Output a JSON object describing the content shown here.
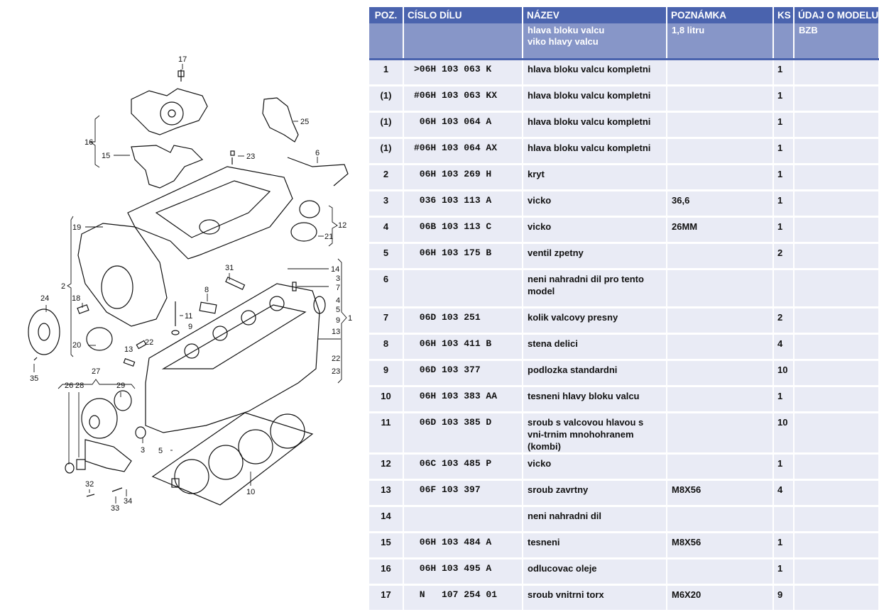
{
  "diagram": {
    "description": "exploded view of cylinder head assembly",
    "callouts": [
      "17",
      "16",
      "15",
      "25",
      "23",
      "6",
      "12",
      "21",
      "19",
      "14",
      "3",
      "7",
      "4",
      "5",
      "9",
      "1",
      "13",
      "22",
      "23",
      "2",
      "18",
      "24",
      "31",
      "8",
      "11",
      "9",
      "20",
      "35",
      "13",
      "22",
      "27",
      "26",
      "28",
      "29",
      "3",
      "5",
      "10",
      "32",
      "33",
      "34"
    ]
  },
  "table": {
    "headers": [
      "POZ.",
      "CÍSLO DÍLU",
      "NÁZEV",
      "POZNÁMKA",
      "KS",
      "ÚDAJ O MODELU"
    ],
    "subheader": {
      "pos": "",
      "part_number": "",
      "name_line1": "hlava bloku valcu",
      "name_line2": "viko hlavy valcu",
      "note": "1,8 litru",
      "qty": "",
      "model": "BZB"
    },
    "rows": [
      {
        "pos": "1",
        "part_number": ">06H 103 063 K",
        "name": "hlava bloku valcu kompletni",
        "note": "",
        "qty": "1",
        "model": ""
      },
      {
        "pos": "(1)",
        "part_number": "#06H 103 063 KX",
        "name": "hlava bloku valcu kompletni",
        "note": "",
        "qty": "1",
        "model": ""
      },
      {
        "pos": "(1)",
        "part_number": " 06H 103 064 A",
        "name": "hlava bloku valcu kompletni",
        "note": "",
        "qty": "1",
        "model": ""
      },
      {
        "pos": "(1)",
        "part_number": "#06H 103 064 AX",
        "name": "hlava bloku valcu kompletni",
        "note": "",
        "qty": "1",
        "model": ""
      },
      {
        "pos": "2",
        "part_number": " 06H 103 269 H",
        "name": "kryt",
        "note": "",
        "qty": "1",
        "model": ""
      },
      {
        "pos": "3",
        "part_number": " 036 103 113 A",
        "name": "vicko",
        "note": "36,6",
        "qty": "1",
        "model": ""
      },
      {
        "pos": "4",
        "part_number": " 06B 103 113 C",
        "name": "vicko",
        "note": "26MM",
        "qty": "1",
        "model": ""
      },
      {
        "pos": "5",
        "part_number": " 06H 103 175 B",
        "name": "ventil zpetny",
        "note": "",
        "qty": "2",
        "model": ""
      },
      {
        "pos": "6",
        "part_number": "",
        "name": "neni nahradni dil pro tento model",
        "note": "",
        "qty": "",
        "model": ""
      },
      {
        "pos": "7",
        "part_number": " 06D 103 251",
        "name": "kolik valcovy presny",
        "note": "",
        "qty": "2",
        "model": ""
      },
      {
        "pos": "8",
        "part_number": " 06H 103 411 B",
        "name": "stena delici",
        "note": "",
        "qty": "4",
        "model": ""
      },
      {
        "pos": "9",
        "part_number": " 06D 103 377",
        "name": "podlozka standardni",
        "note": "",
        "qty": "10",
        "model": ""
      },
      {
        "pos": "10",
        "part_number": " 06H 103 383 AA",
        "name": "tesneni hlavy bloku valcu",
        "note": "",
        "qty": "1",
        "model": ""
      },
      {
        "pos": "11",
        "part_number": " 06D 103 385 D",
        "name": "sroub s valcovou hlavou s vni-trnim mnohohranem (kombi)",
        "note": "",
        "qty": "10",
        "model": ""
      },
      {
        "pos": "12",
        "part_number": " 06C 103 485 P",
        "name": "vicko",
        "note": "",
        "qty": "1",
        "model": ""
      },
      {
        "pos": "13",
        "part_number": " 06F 103 397",
        "name": "sroub zavrtny",
        "note": "M8X56",
        "qty": "4",
        "model": ""
      },
      {
        "pos": "14",
        "part_number": "",
        "name": "neni nahradni dil",
        "note": "",
        "qty": "",
        "model": ""
      },
      {
        "pos": "15",
        "part_number": " 06H 103 484 A",
        "name": "tesneni",
        "note": "M8X56",
        "qty": "1",
        "model": ""
      },
      {
        "pos": "16",
        "part_number": " 06H 103 495 A",
        "name": "odlucovac oleje",
        "note": "",
        "qty": "1",
        "model": ""
      },
      {
        "pos": "17",
        "part_number": " N   107 254 01",
        "name": "sroub vnitrni torx",
        "note": "M6X20",
        "qty": "9",
        "model": ""
      }
    ]
  }
}
